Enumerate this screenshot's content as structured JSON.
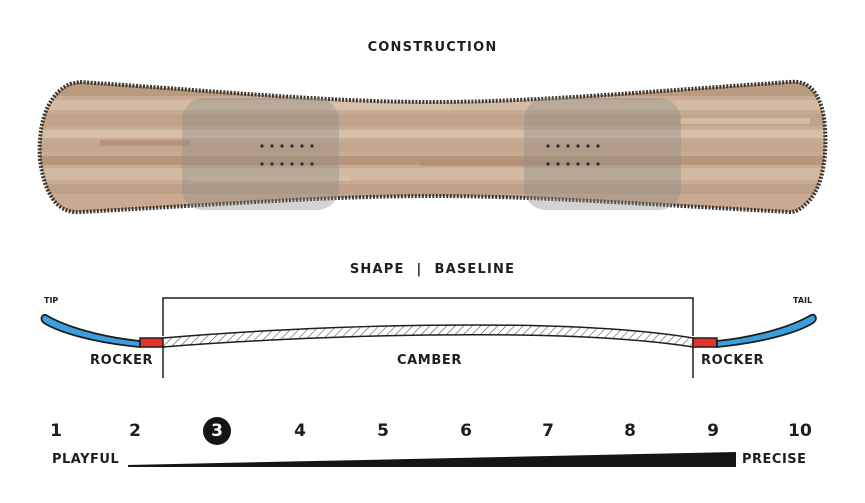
{
  "construction": {
    "title": "CONSTRUCTION"
  },
  "shape": {
    "title": "SHAPE",
    "separator": "|",
    "subtitle": "BASELINE"
  },
  "profile": {
    "tip_label": "TIP",
    "tail_label": "TAIL",
    "left_rocker_label": "ROCKER",
    "camber_label": "CAMBER",
    "right_rocker_label": "ROCKER",
    "colors": {
      "rocker_blue": "#3a9fdc",
      "transition_red": "#e5322b",
      "outline": "#1e1e1e"
    }
  },
  "flex_scale": {
    "numbers": [
      "1",
      "2",
      "3",
      "4",
      "5",
      "6",
      "7",
      "8",
      "9",
      "10"
    ],
    "selected_value": 3,
    "min_label": "PLAYFUL",
    "max_label": "PRECISE"
  }
}
